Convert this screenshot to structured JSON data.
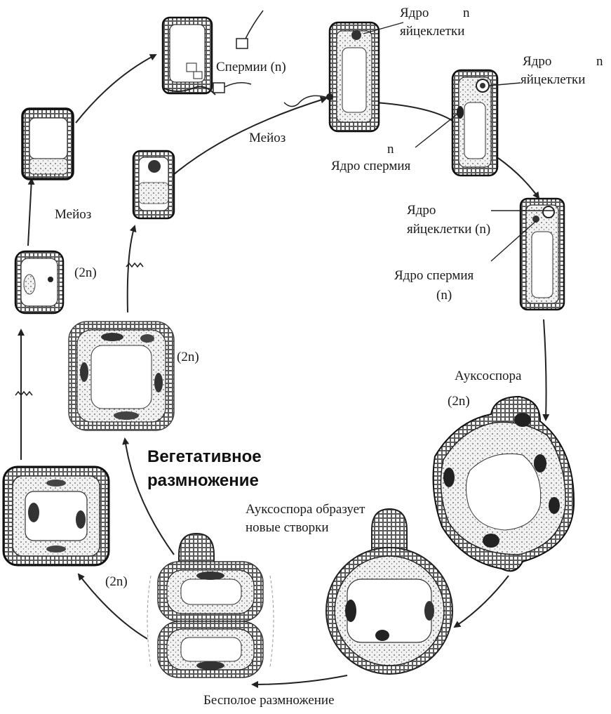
{
  "labels": {
    "egg_nucleus_top": "Ядро",
    "n_top": "n",
    "egg_cell_top": "яйцеклетки",
    "egg_nucleus_right": "Ядро",
    "n_right": "n",
    "egg_cell_right": "яйцеклетки",
    "sperm": "Спермии (n)",
    "meiosis_top": "Мейоз",
    "n_sperm": "n",
    "sperm_nucleus": "Ядро спермия",
    "meiosis_left": "Мейоз",
    "egg_nucleus_mid": "Ядро",
    "egg_cell_n_mid": "яйцеклетки (n)",
    "sperm_nucleus_mid": "Ядро спермия",
    "n_paren_mid": "(n)",
    "diploid_left": "(2n)",
    "diploid_center": "(2n)",
    "auxospore": "Ауксоспора",
    "diploid_auxo": "(2n)",
    "vegetative_1": "Вегетативное",
    "vegetative_2": "размножение",
    "auxo_forms_1": "Ауксоспора образует",
    "auxo_forms_2": "новые створки",
    "diploid_bottom": "(2n)",
    "asexual": "Бесполое размножение"
  }
}
